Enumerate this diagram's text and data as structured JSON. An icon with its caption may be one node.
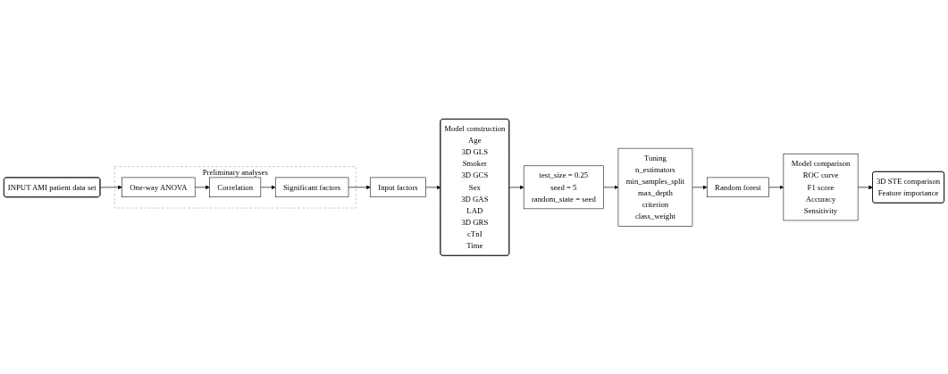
{
  "diagram": {
    "nodes": [
      {
        "text": [
          "INPUT AMI patient data set"
        ]
      },
      {
        "text": [
          "Preliminary analyses"
        ]
      },
      {
        "text": [
          "One-way ANOVA"
        ],
        "in": 1
      },
      {
        "text": [
          "Correlation"
        ],
        "in": 1
      },
      {
        "text": [
          "Significant factors"
        ],
        "in": 1
      },
      {
        "text": [
          "Input factors"
        ]
      },
      {
        "text": [
          "Model construction",
          "Age",
          "3D GLS",
          "Smoker",
          "3D GCS",
          "Sex",
          "3D GAS",
          "LAD",
          "3D GRS",
          "cTnI",
          "Time"
        ]
      },
      {
        "text": [
          "test_size = 0.25",
          "seed = 5",
          "random_state = seed"
        ]
      },
      {
        "text": [
          "Tuning",
          "n_estimators",
          "min_samples_split",
          "max_depth",
          "criterion",
          "class_weight"
        ]
      },
      {
        "text": [
          "Random forest"
        ]
      },
      {
        "text": [
          "Model comparison",
          "ROC curve",
          "F1 score",
          "Accuracy",
          "Sensitivity"
        ]
      },
      {
        "text": [
          "3D STE comparison",
          "Feature importance"
        ]
      }
    ],
    "edges": [
      {
        "from": 0,
        "to": 2,
        "arrow": "to"
      },
      {
        "from": 2,
        "to": 3,
        "arrow": "to"
      },
      {
        "from": 3,
        "to": 4,
        "arrow": "to"
      },
      {
        "from": 4,
        "to": 5,
        "arrow": "to"
      },
      {
        "from": 5,
        "to": 6,
        "arrow": "to"
      },
      {
        "from": 6,
        "to": 7,
        "arrow": "to"
      },
      {
        "from": 7,
        "to": 8,
        "arrow": "to"
      },
      {
        "from": 8,
        "to": 9,
        "arrow": "to"
      },
      {
        "from": 9,
        "to": 10,
        "arrow": "to"
      },
      {
        "from": 10,
        "to": 11,
        "arrow": "to"
      }
    ]
  }
}
